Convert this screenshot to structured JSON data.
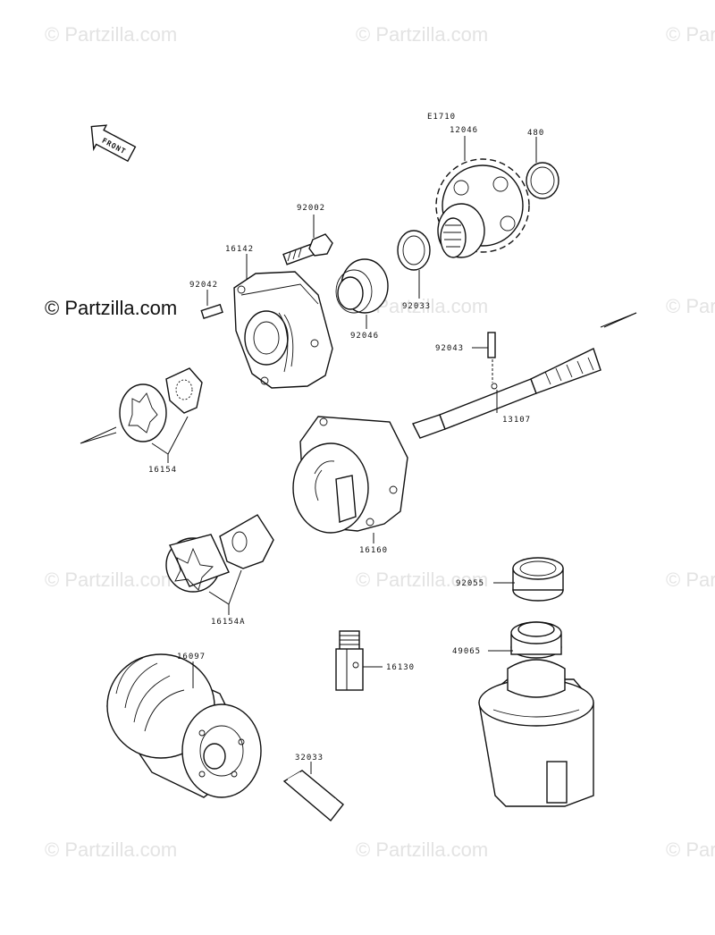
{
  "diagram_code": "E1710",
  "front_label": "FRONT",
  "watermark": {
    "text": "© Partzilla.com",
    "main_text": "© Partzilla.com"
  },
  "parts": [
    {
      "id": "p12046",
      "number": "12046"
    },
    {
      "id": "p480",
      "number": "480"
    },
    {
      "id": "p92002",
      "number": "92002"
    },
    {
      "id": "p16142",
      "number": "16142"
    },
    {
      "id": "p92042",
      "number": "92042"
    },
    {
      "id": "p92033",
      "number": "92033"
    },
    {
      "id": "p92046",
      "number": "92046"
    },
    {
      "id": "p92043",
      "number": "92043"
    },
    {
      "id": "p13107",
      "number": "13107"
    },
    {
      "id": "p16154",
      "number": "16154"
    },
    {
      "id": "p16160",
      "number": "16160"
    },
    {
      "id": "p16154A",
      "number": "16154A"
    },
    {
      "id": "p92055",
      "number": "92055"
    },
    {
      "id": "p16097",
      "number": "16097"
    },
    {
      "id": "p49065",
      "number": "49065"
    },
    {
      "id": "p16130",
      "number": "16130"
    },
    {
      "id": "p32033",
      "number": "32033"
    }
  ]
}
